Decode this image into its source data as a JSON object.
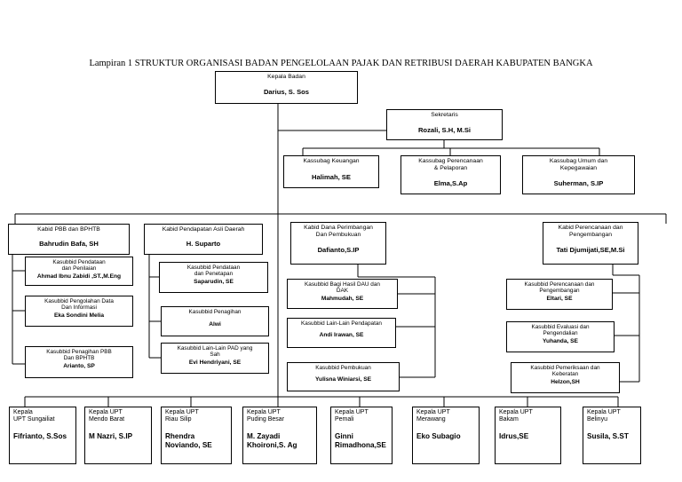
{
  "title": "Lampiran 1 STRUKTUR ORGANISASI BADAN PENGELOLAAN PAJAK DAN RETRIBUSI DAERAH KABUPATEN BANGKA",
  "head": {
    "position": "Kepala Badan",
    "name": "Darius, S. Sos"
  },
  "secretary": {
    "position": "Sekretaris",
    "name": "Rozali, S.H, M.Si"
  },
  "subsecretariat": [
    {
      "position": "Kassubag Keuangan",
      "name": "Halimah, SE"
    },
    {
      "position": "Kassubag Perencanaan\n& Pelaporan",
      "name": "Elma,S.Ap"
    },
    {
      "position": "Kassubag Umum dan\nKepegawaian",
      "name": "Suherman, S.IP"
    }
  ],
  "divisions": [
    {
      "position": "Kabid PBB dan BPHTB",
      "name": "Bahrudin Bafa, SH",
      "subs": [
        {
          "position": "Kasubbid Pendataan\ndan Penilaian",
          "name": "Ahmad Ibnu Zabidi ,ST.,M.Eng"
        },
        {
          "position": "Kasubbid Pengolahan Data\nDan Informasi",
          "name": "Eka Sondini Melia"
        },
        {
          "position": "Kasubbid Penagihan PBB\nDan BPHTB",
          "name": "Arianto, SP"
        }
      ]
    },
    {
      "position": "Kabid Pendapatan Asli Daerah",
      "name": "H. Suparto",
      "subs": [
        {
          "position": "Kasubbid Pendataan\ndan Penetapan",
          "name": "Saparudin, SE"
        },
        {
          "position": "Kasubbid Penagihan",
          "name": "Alwi"
        },
        {
          "position": "Kasubbid Lain-Lain PAD yang\nSah",
          "name": "Evi Hendriyani, SE"
        }
      ]
    },
    {
      "position": "Kabid Dana Perimbangan\nDan Pembukuan",
      "name": "Dafianto,S.IP",
      "subs": [
        {
          "position": "Kasubbid Bagi Hasil DAU dan\nDAK",
          "name": "Mahmudah, SE"
        },
        {
          "position": "Kasubbid Lain-Lain Pendapatan",
          "name": "Andi Irawan, SE"
        },
        {
          "position": "Kasubbid Pembukuan",
          "name": "Yulisna Winiarsi, SE"
        }
      ]
    },
    {
      "position": "Kabid Perencanaan dan\nPengembangan",
      "name": "Tati Djumijati,SE,M.Si",
      "subs": [
        {
          "position": "Kasubbid Perencanaan dan\nPengembangan",
          "name": "Eltari, SE"
        },
        {
          "position": "Kasubbid Evaluasi dan\nPengendalian",
          "name": "Yuhanda, SE"
        },
        {
          "position": "Kasubbid Pemeriksaan dan\nKeberatan",
          "name": "Helzon,SH"
        }
      ]
    }
  ],
  "upt": [
    {
      "position": "Kepala\nUPT Sungailiat",
      "name": "Fifrianto, S.Sos"
    },
    {
      "position": "Kepala UPT\nMendo Barat",
      "name": "M Nazri, S.IP"
    },
    {
      "position": "Kepala UPT\nRiau Silip",
      "name": "Rhendra\nNoviando, SE"
    },
    {
      "position": "Kepala UPT\nPuding Besar",
      "name": "M. Zayadi\nKhoironi,S. Ag"
    },
    {
      "position": "Kepala UPT\nPemali",
      "name": "Ginni\nRimadhona,SE"
    },
    {
      "position": "Kepala UPT\nMerawang",
      "name": "Eko Subagio"
    },
    {
      "position": "Kepala UPT\nBakam",
      "name": "Idrus,SE"
    },
    {
      "position": "Kepala UPT\nBelinyu",
      "name": "Susila, S.ST"
    }
  ]
}
